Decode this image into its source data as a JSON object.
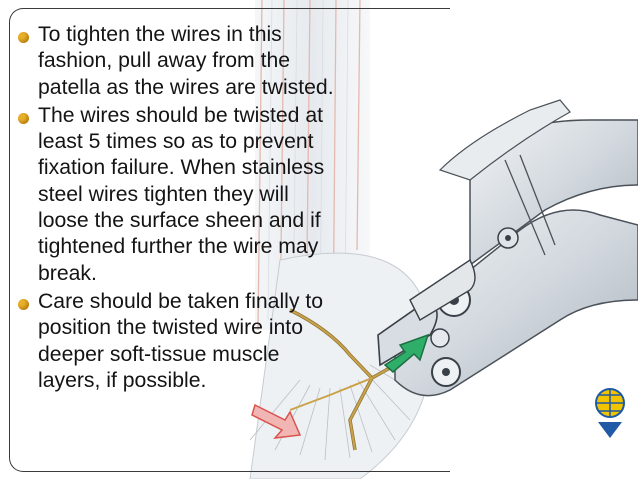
{
  "slide": {
    "bullets": [
      {
        "text": "To tighten the wires in this fashion, pull away from the patella as the wires are twisted."
      },
      {
        "text": "The wires should be twisted at least 5 times so as to prevent fixation failure. When stainless steel wires tighten they will loose the surface sheen and if tightened further the wire may break."
      },
      {
        "text": "Care should be taken finally to position the twisted wire into deeper soft-tissue muscle layers, if possible."
      }
    ]
  },
  "colors": {
    "bullet": "#e8b12a",
    "arrow": "#2fae6a",
    "wire": "#c9a24a",
    "red_arrow": "#d9534f",
    "logo_blue": "#1f5aa6",
    "logo_yellow": "#f2c400"
  },
  "illustration": {
    "icons": [
      "pliers-icon",
      "wire-icon",
      "tendon-icon",
      "green-arrow-icon",
      "red-arrow-icon",
      "ao-logo-icon"
    ]
  }
}
